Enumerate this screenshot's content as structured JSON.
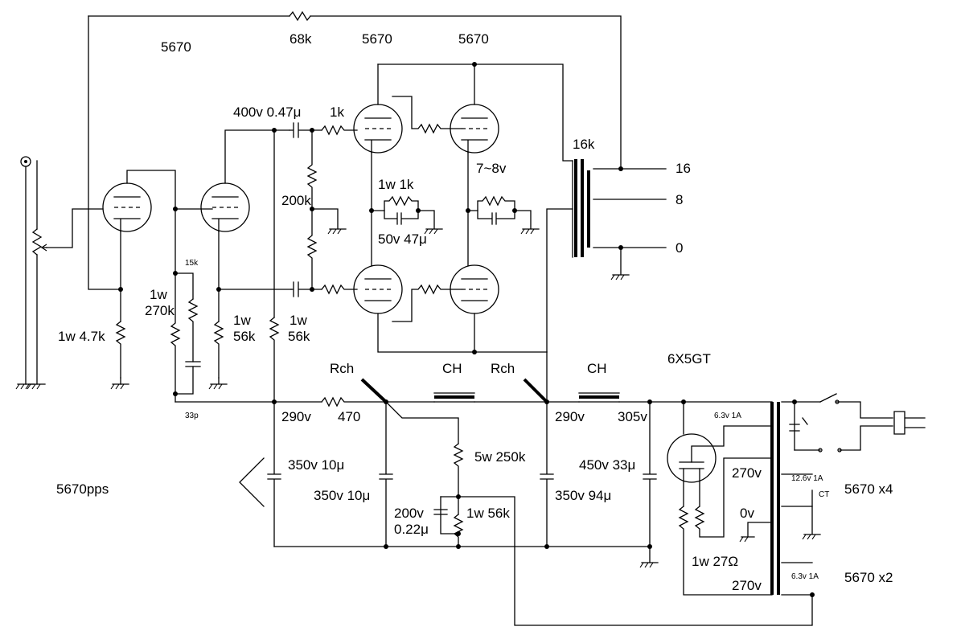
{
  "labels": {
    "title_left": "5670",
    "fb_res": "68k",
    "tube_a": "5670",
    "tube_b": "5670",
    "coup_cap": "400v 0.47μ",
    "r_grid": "1k",
    "r_200k": "200k",
    "r_1w1k": "1w 1k",
    "cap_50v": "50v 47μ",
    "v_78": "7~8v",
    "xfmr_16k": "16k",
    "tap_16": "16",
    "tap_8": "8",
    "tap_0": "0",
    "r_15k": "15k",
    "r_270k_1": "1w",
    "r_270k_2": "270k",
    "r_56k_a1": "1w",
    "r_56k_a2": "56k",
    "r_56k_b1": "1w",
    "r_56k_b2": "56k",
    "r_47k": "1w 4.7k",
    "c_33p": "33p",
    "rch1": "Rch",
    "ch1": "CH",
    "rch2": "Rch",
    "ch2": "CH",
    "rect": "6X5GT",
    "v290a": "290v",
    "r470": "470",
    "v290b": "290v",
    "v305": "305v",
    "c350_10a": "350v 10μ",
    "c350_10b": "350v 10μ",
    "r5w": "5w 250k",
    "c450": "450v 33μ",
    "c350_94": "350v 94μ",
    "c200v_1": "200v",
    "c200v_2": "0.22μ",
    "r1w56k": "1w 56k",
    "pps": "5670pps",
    "h63_a": "6.3v 1A",
    "v270a": "270v",
    "h126": "12.6v 1A",
    "ct": "CT",
    "x4": "5670 x4",
    "v0": "0v",
    "r27": "1w 27Ω",
    "h63_b": "6.3v 1A",
    "x2": "5670 x2",
    "v270b": "270v"
  }
}
